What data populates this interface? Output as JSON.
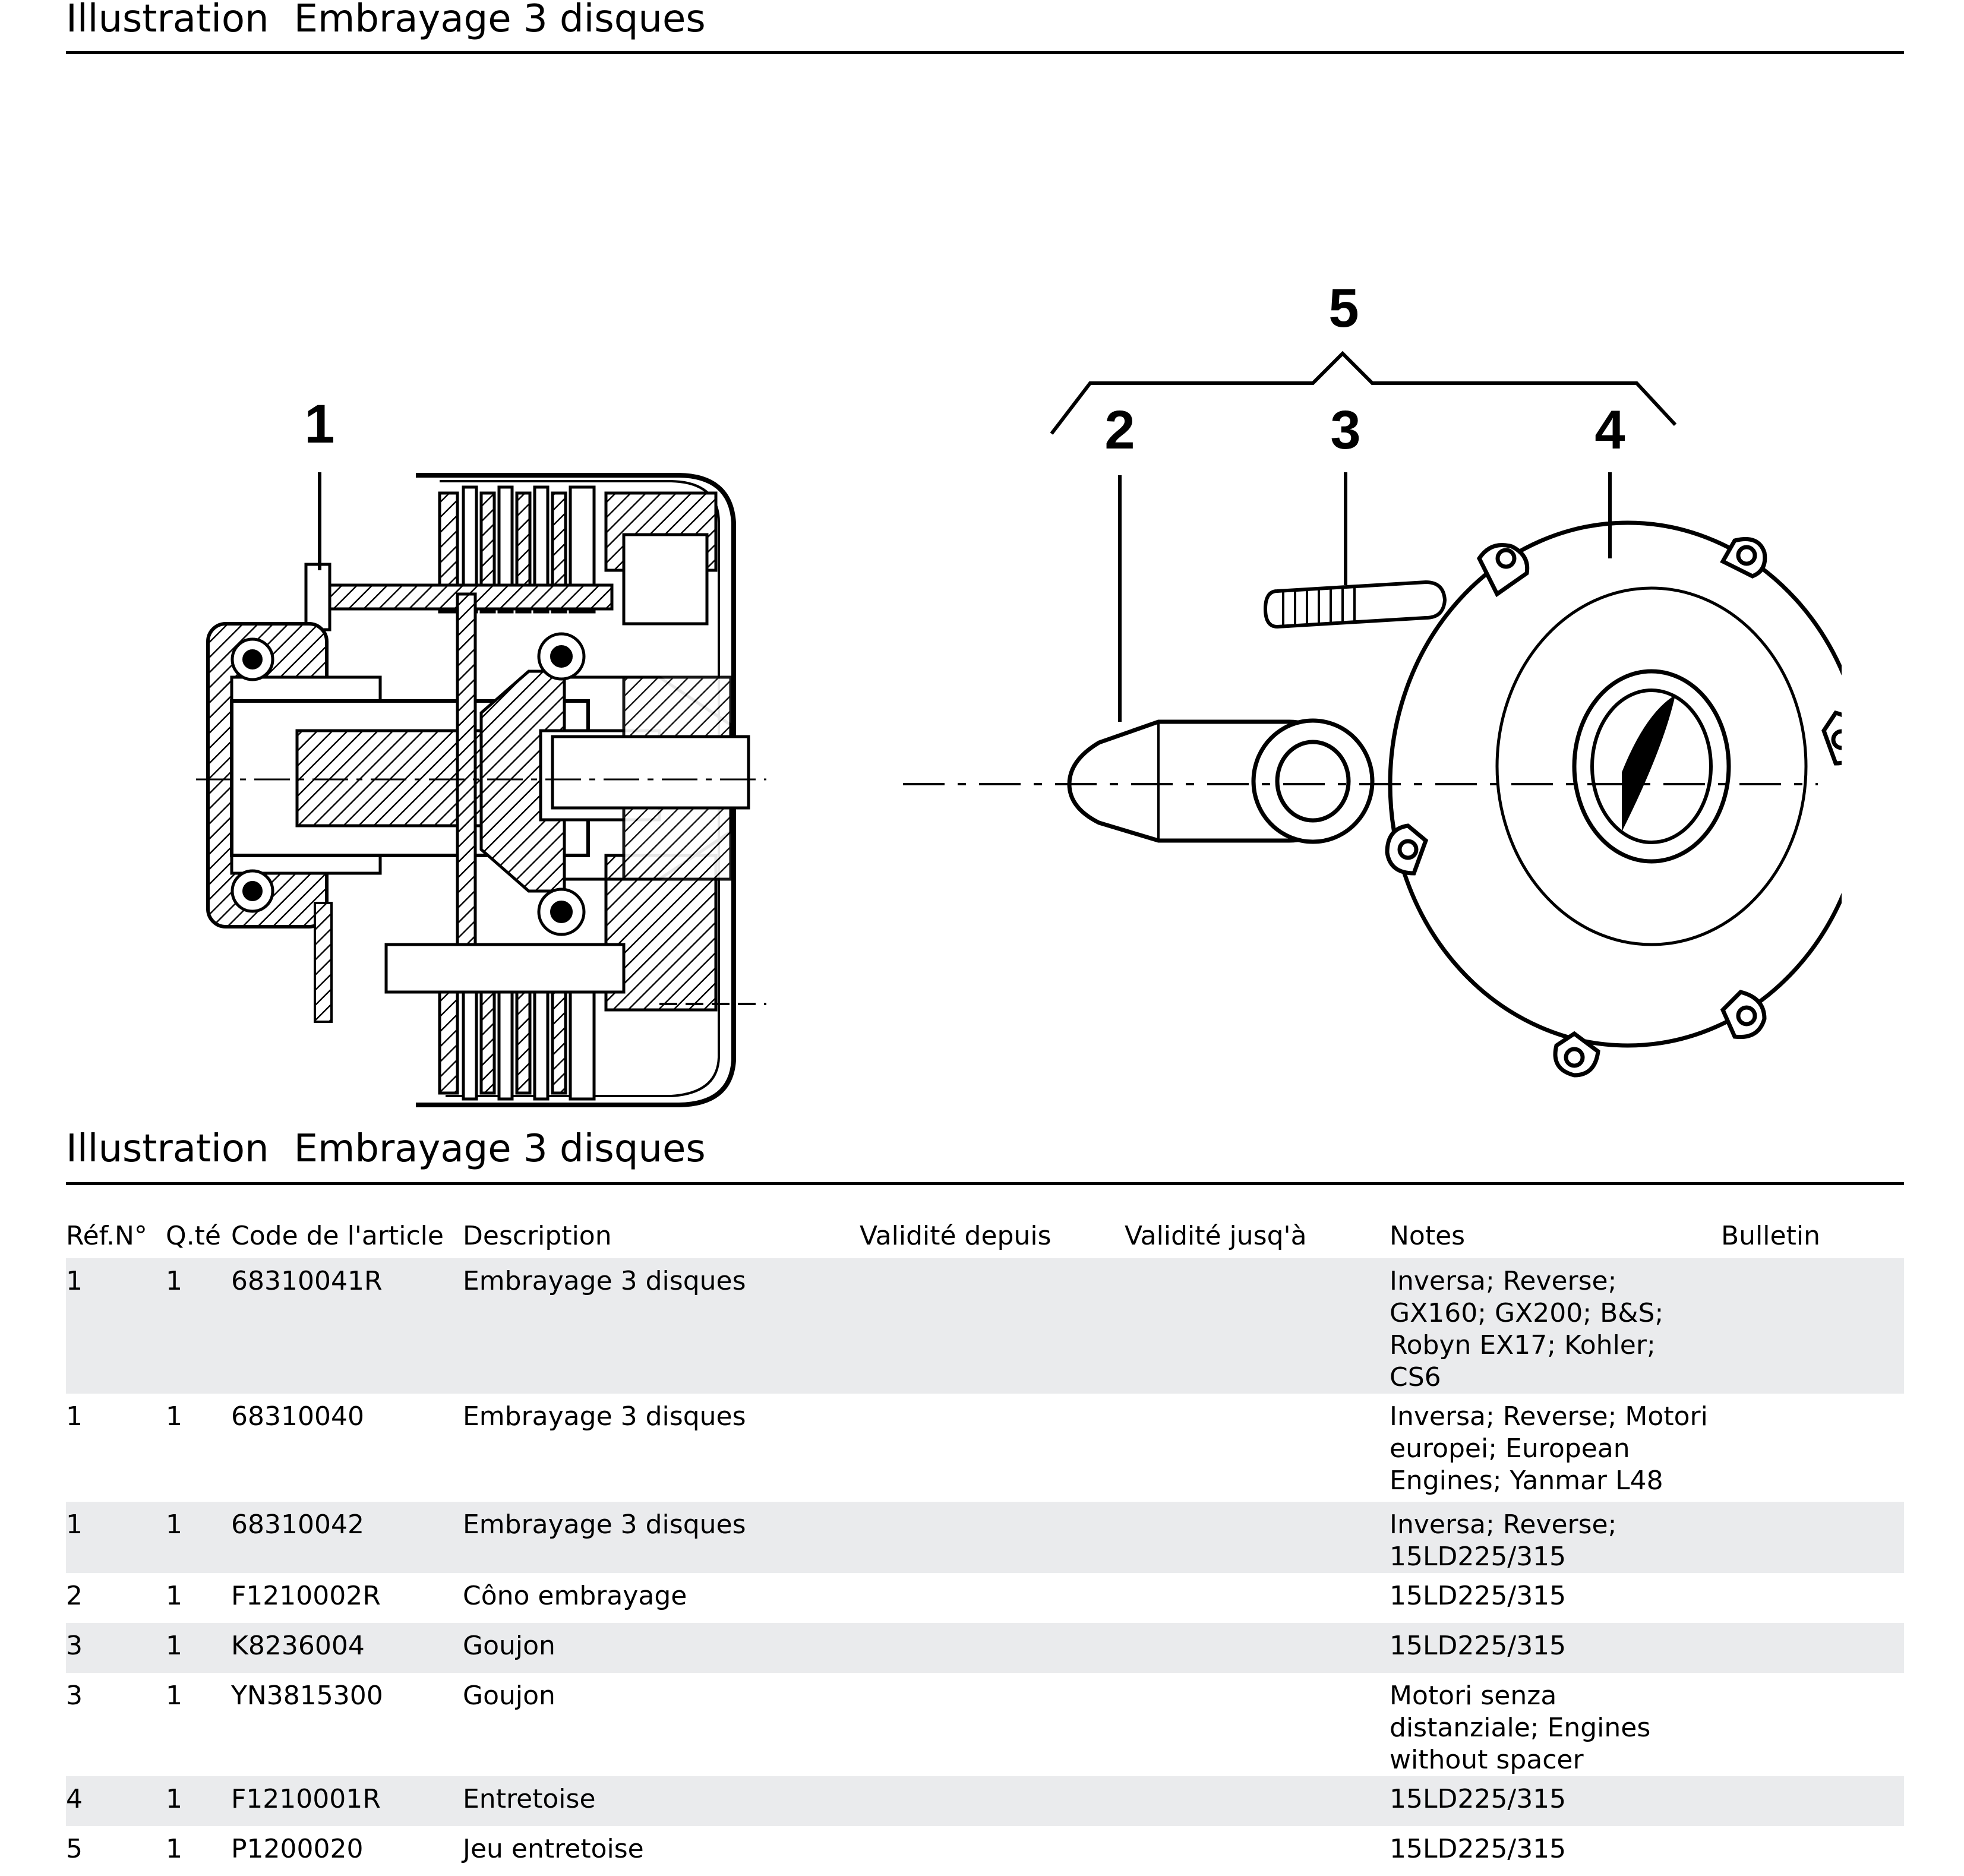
{
  "page": {
    "heading_label": "Illustration",
    "heading_title": "Embrayage 3 disques"
  },
  "illustration": {
    "callouts": [
      "1",
      "2",
      "3",
      "4",
      "5"
    ]
  },
  "table": {
    "headers": {
      "ref": "Réf.N°",
      "qty": "Q.té",
      "code": "Code de l'article",
      "description": "Description",
      "valid_from": "Validité depuis",
      "valid_to": "Validité jusq'à",
      "notes": "Notes",
      "bulletin": "Bulletin"
    },
    "rows": [
      {
        "ref": "1",
        "qty": "1",
        "code": "68310041R",
        "description": "Embrayage 3 disques",
        "valid_from": "",
        "valid_to": "",
        "notes": "Inversa; Reverse; GX160; GX200; B&S; Robyn EX17; Kohler; CS6",
        "bulletin": ""
      },
      {
        "ref": "1",
        "qty": "1",
        "code": "68310040",
        "description": "Embrayage 3 disques",
        "valid_from": "",
        "valid_to": "",
        "notes": "Inversa; Reverse; Motori europei; European Engines; Yanmar L48",
        "bulletin": ""
      },
      {
        "ref": "1",
        "qty": "1",
        "code": "68310042",
        "description": "Embrayage 3 disques",
        "valid_from": "",
        "valid_to": "",
        "notes": "Inversa; Reverse; 15LD225/315",
        "bulletin": ""
      },
      {
        "ref": "2",
        "qty": "1",
        "code": "F1210002R",
        "description": "Côno embrayage",
        "valid_from": "",
        "valid_to": "",
        "notes": "15LD225/315",
        "bulletin": ""
      },
      {
        "ref": "3",
        "qty": "1",
        "code": "K8236004",
        "description": "Goujon",
        "valid_from": "",
        "valid_to": "",
        "notes": "15LD225/315",
        "bulletin": ""
      },
      {
        "ref": "3",
        "qty": "1",
        "code": "YN3815300",
        "description": "Goujon",
        "valid_from": "",
        "valid_to": "",
        "notes": "Motori senza distanziale; Engines without spacer",
        "bulletin": ""
      },
      {
        "ref": "4",
        "qty": "1",
        "code": "F1210001R",
        "description": "Entretoise",
        "valid_from": "",
        "valid_to": "",
        "notes": "15LD225/315",
        "bulletin": ""
      },
      {
        "ref": "5",
        "qty": "1",
        "code": "P1200020",
        "description": "Jeu entretoise",
        "valid_from": "",
        "valid_to": "",
        "notes": "15LD225/315",
        "bulletin": ""
      }
    ]
  }
}
